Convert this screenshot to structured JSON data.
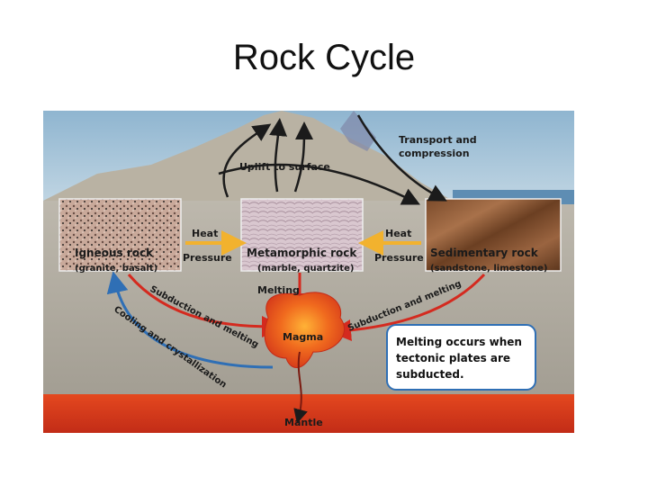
{
  "title": "Rock Cycle",
  "diagram": {
    "uplift": "Uplift to surface",
    "transport_line1": "Transport and",
    "transport_line2": "compression",
    "igneous_name": "Igneous rock",
    "igneous_examples": "(granite, basalt)",
    "metamorphic_name": "Metamorphic rock",
    "metamorphic_examples": "(marble, quartzite)",
    "sedimentary_name": "Sedimentary rock",
    "sedimentary_examples": "(sandstone, limestone)",
    "heat_left": "Heat",
    "pressure_left": "Pressure",
    "heat_right": "Heat",
    "pressure_right": "Pressure",
    "melting": "Melting",
    "subduction_left": "Subduction and melting",
    "subduction_right": "Subduction and melting",
    "cooling": "Cooling and crystallization",
    "magma": "Magma",
    "mantle": "Mantle",
    "callout_line1": "Melting occurs when",
    "callout_line2": "tectonic plates are",
    "callout_line3": "subducted."
  },
  "colors": {
    "sky": "#9dbfd6",
    "ground": "#b5b1a6",
    "mantle": "#d8391d",
    "magma": "#e8561c",
    "red_arrow": "#d42a1f",
    "blue_arrow": "#2f6fb5",
    "yellow_arrow": "#f2b22e"
  }
}
